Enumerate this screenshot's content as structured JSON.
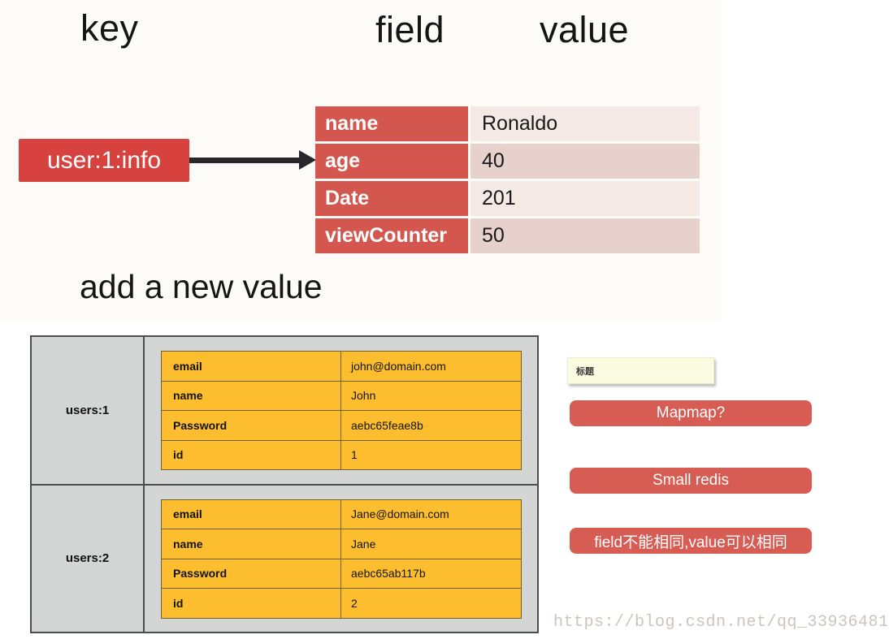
{
  "diagram": {
    "headers": {
      "key": "key",
      "field": "field",
      "value": "value"
    },
    "key_box": "user:1:info",
    "hash_table": {
      "rows": [
        {
          "field": "name",
          "value": "Ronaldo"
        },
        {
          "field": "age",
          "value": "40"
        },
        {
          "field": "Date",
          "value": "201"
        },
        {
          "field": "viewCounter",
          "value": "50"
        }
      ]
    },
    "subtitle": "add a new value"
  },
  "users_diagram": {
    "groups": [
      {
        "key": "users:1",
        "rows": [
          {
            "field": "email",
            "value": "john@domain.com"
          },
          {
            "field": "name",
            "value": "John"
          },
          {
            "field": "Password",
            "value": "aebc65feae8b"
          },
          {
            "field": "id",
            "value": "1"
          }
        ]
      },
      {
        "key": "users:2",
        "rows": [
          {
            "field": "email",
            "value": "Jane@domain.com"
          },
          {
            "field": "name",
            "value": "Jane"
          },
          {
            "field": "Password",
            "value": "aebc65ab117b"
          },
          {
            "field": "id",
            "value": "2"
          }
        ]
      }
    ]
  },
  "annotations": {
    "note": "标题",
    "buttons": [
      "Mapmap?",
      "Small redis",
      "field不能相同,value可以相同"
    ]
  },
  "watermark": "https://blog.csdn.net/qq_33936481",
  "colors": {
    "key_box_red": "#d8423e",
    "field_cell_red": "#d4574f",
    "value_row_light": "#f4e9e5",
    "value_row_dark": "#e7d1cd",
    "orange_cell": "#fcbe2e",
    "gray_panel": "#d3d6d4",
    "button_red": "#d75c53",
    "note_yellow": "#fbfbe2",
    "arrow_black": "#26262b"
  }
}
